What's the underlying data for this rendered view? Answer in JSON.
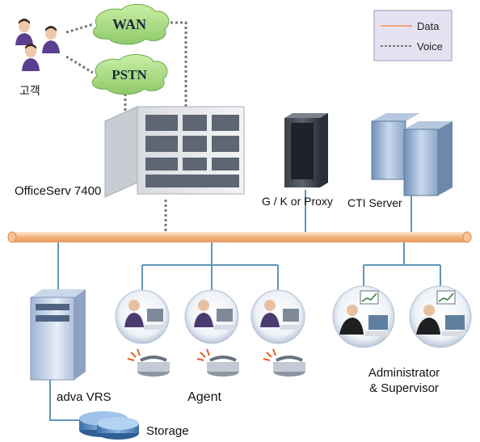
{
  "legend": {
    "data_label": "Data",
    "voice_label": "Voice"
  },
  "clouds": {
    "wan": "WAN",
    "pstn": "PSTN"
  },
  "customers_label": "고객",
  "devices": {
    "officeserv": "OfficeServ 7400",
    "gk_proxy": "G / K or Proxy",
    "cti_server": "CTI Server",
    "vrs": "adva VRS",
    "storage": "Storage",
    "agent": "Agent",
    "admin_line1": "Administrator",
    "admin_line2": "& Supervisor"
  },
  "colors": {
    "data_line": "#f2a07a",
    "voice_line": "#777777",
    "cloud_fill": "#a8dc7e",
    "backbone": "#f6c090",
    "network_line": "#5f95b8",
    "legend_bg": "#e5e3f2"
  }
}
